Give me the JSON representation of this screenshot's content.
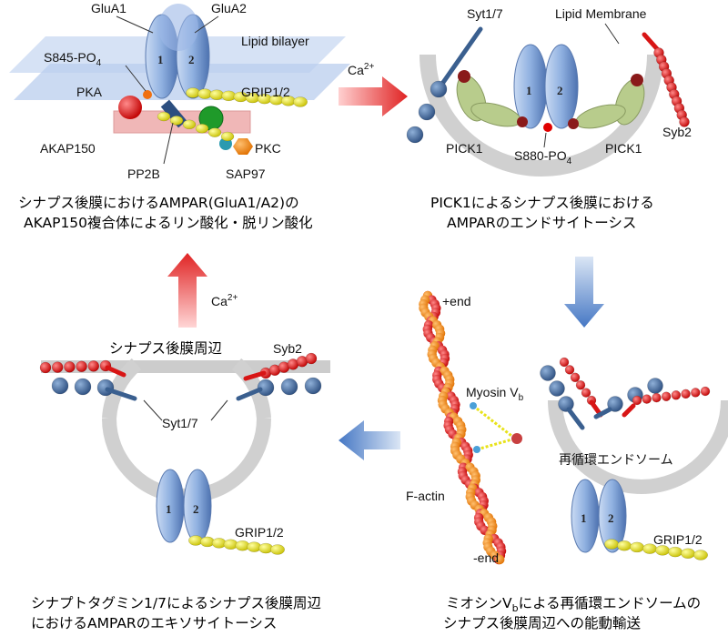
{
  "panel1": {
    "labels": {
      "glua1": "GluA1",
      "glua2": "GluA2",
      "lipid_bilayer": "Lipid bilayer",
      "s845": "S845-PO",
      "s845_sub": "4",
      "pka": "PKA",
      "grip": "GRIP1/2",
      "akap150": "AKAP150",
      "pkc": "PKC",
      "pp2b": "PP2B",
      "sap97": "SAP97",
      "sub1": "1",
      "sub2": "2"
    },
    "caption_line1": "シナプス後膜におけるAMPAR(GluA1/A2)の",
    "caption_line2": "AKAP150複合体によるリン酸化・脱リン酸化"
  },
  "arrow_top": {
    "label": "Ca",
    "sup": "2+"
  },
  "panel2": {
    "labels": {
      "syt": "Syt1/7",
      "lipid_membrane": "Lipid Membrane",
      "syb2": "Syb2",
      "pick1_left": "PICK1",
      "pick1_right": "PICK1",
      "s880": "S880-PO",
      "s880_sub": "4",
      "sub1": "1",
      "sub2": "2"
    },
    "caption_line1": "PICK1によるシナプス後膜における",
    "caption_line2": "AMPARのエンドサイトーシス"
  },
  "arrow_left_up": {
    "label": "Ca",
    "sup": "2+"
  },
  "panel3": {
    "labels": {
      "plus_end": "+end",
      "myosin": "Myosin V",
      "myosin_sub": "b",
      "f_actin": "F-actin",
      "minus_end": "-end",
      "endosome": "再循環エンドソーム",
      "grip": "GRIP1/2",
      "sub1": "1",
      "sub2": "2"
    },
    "caption_line1_pre": "ミオシンV",
    "caption_line1_sub": "b",
    "caption_line1_post": "による再循環エンドソームの",
    "caption_line2": "シナプス後膜周辺への能動輸送"
  },
  "panel4": {
    "labels": {
      "title": "シナプス後膜周辺",
      "syb2": "Syb2",
      "syt": "Syt1/7",
      "grip": "GRIP1/2",
      "sub1": "1",
      "sub2": "2"
    },
    "caption_line1": "シナプトタグミン1/7によるシナプス後膜周辺",
    "caption_line2": "におけるAMPARのエキソサイトーシス"
  },
  "colors": {
    "receptor": "#6f93cf",
    "syt": "#3a5f8f",
    "syb": "#d81515",
    "grip": "#e8e21a",
    "pick1": "#b8cc8c",
    "membrane": "#cccccc",
    "arrow_red": "#e83030",
    "arrow_blue": "#4d7fc8",
    "actin_red": "#d42020",
    "actin_orange": "#f08a1a"
  }
}
